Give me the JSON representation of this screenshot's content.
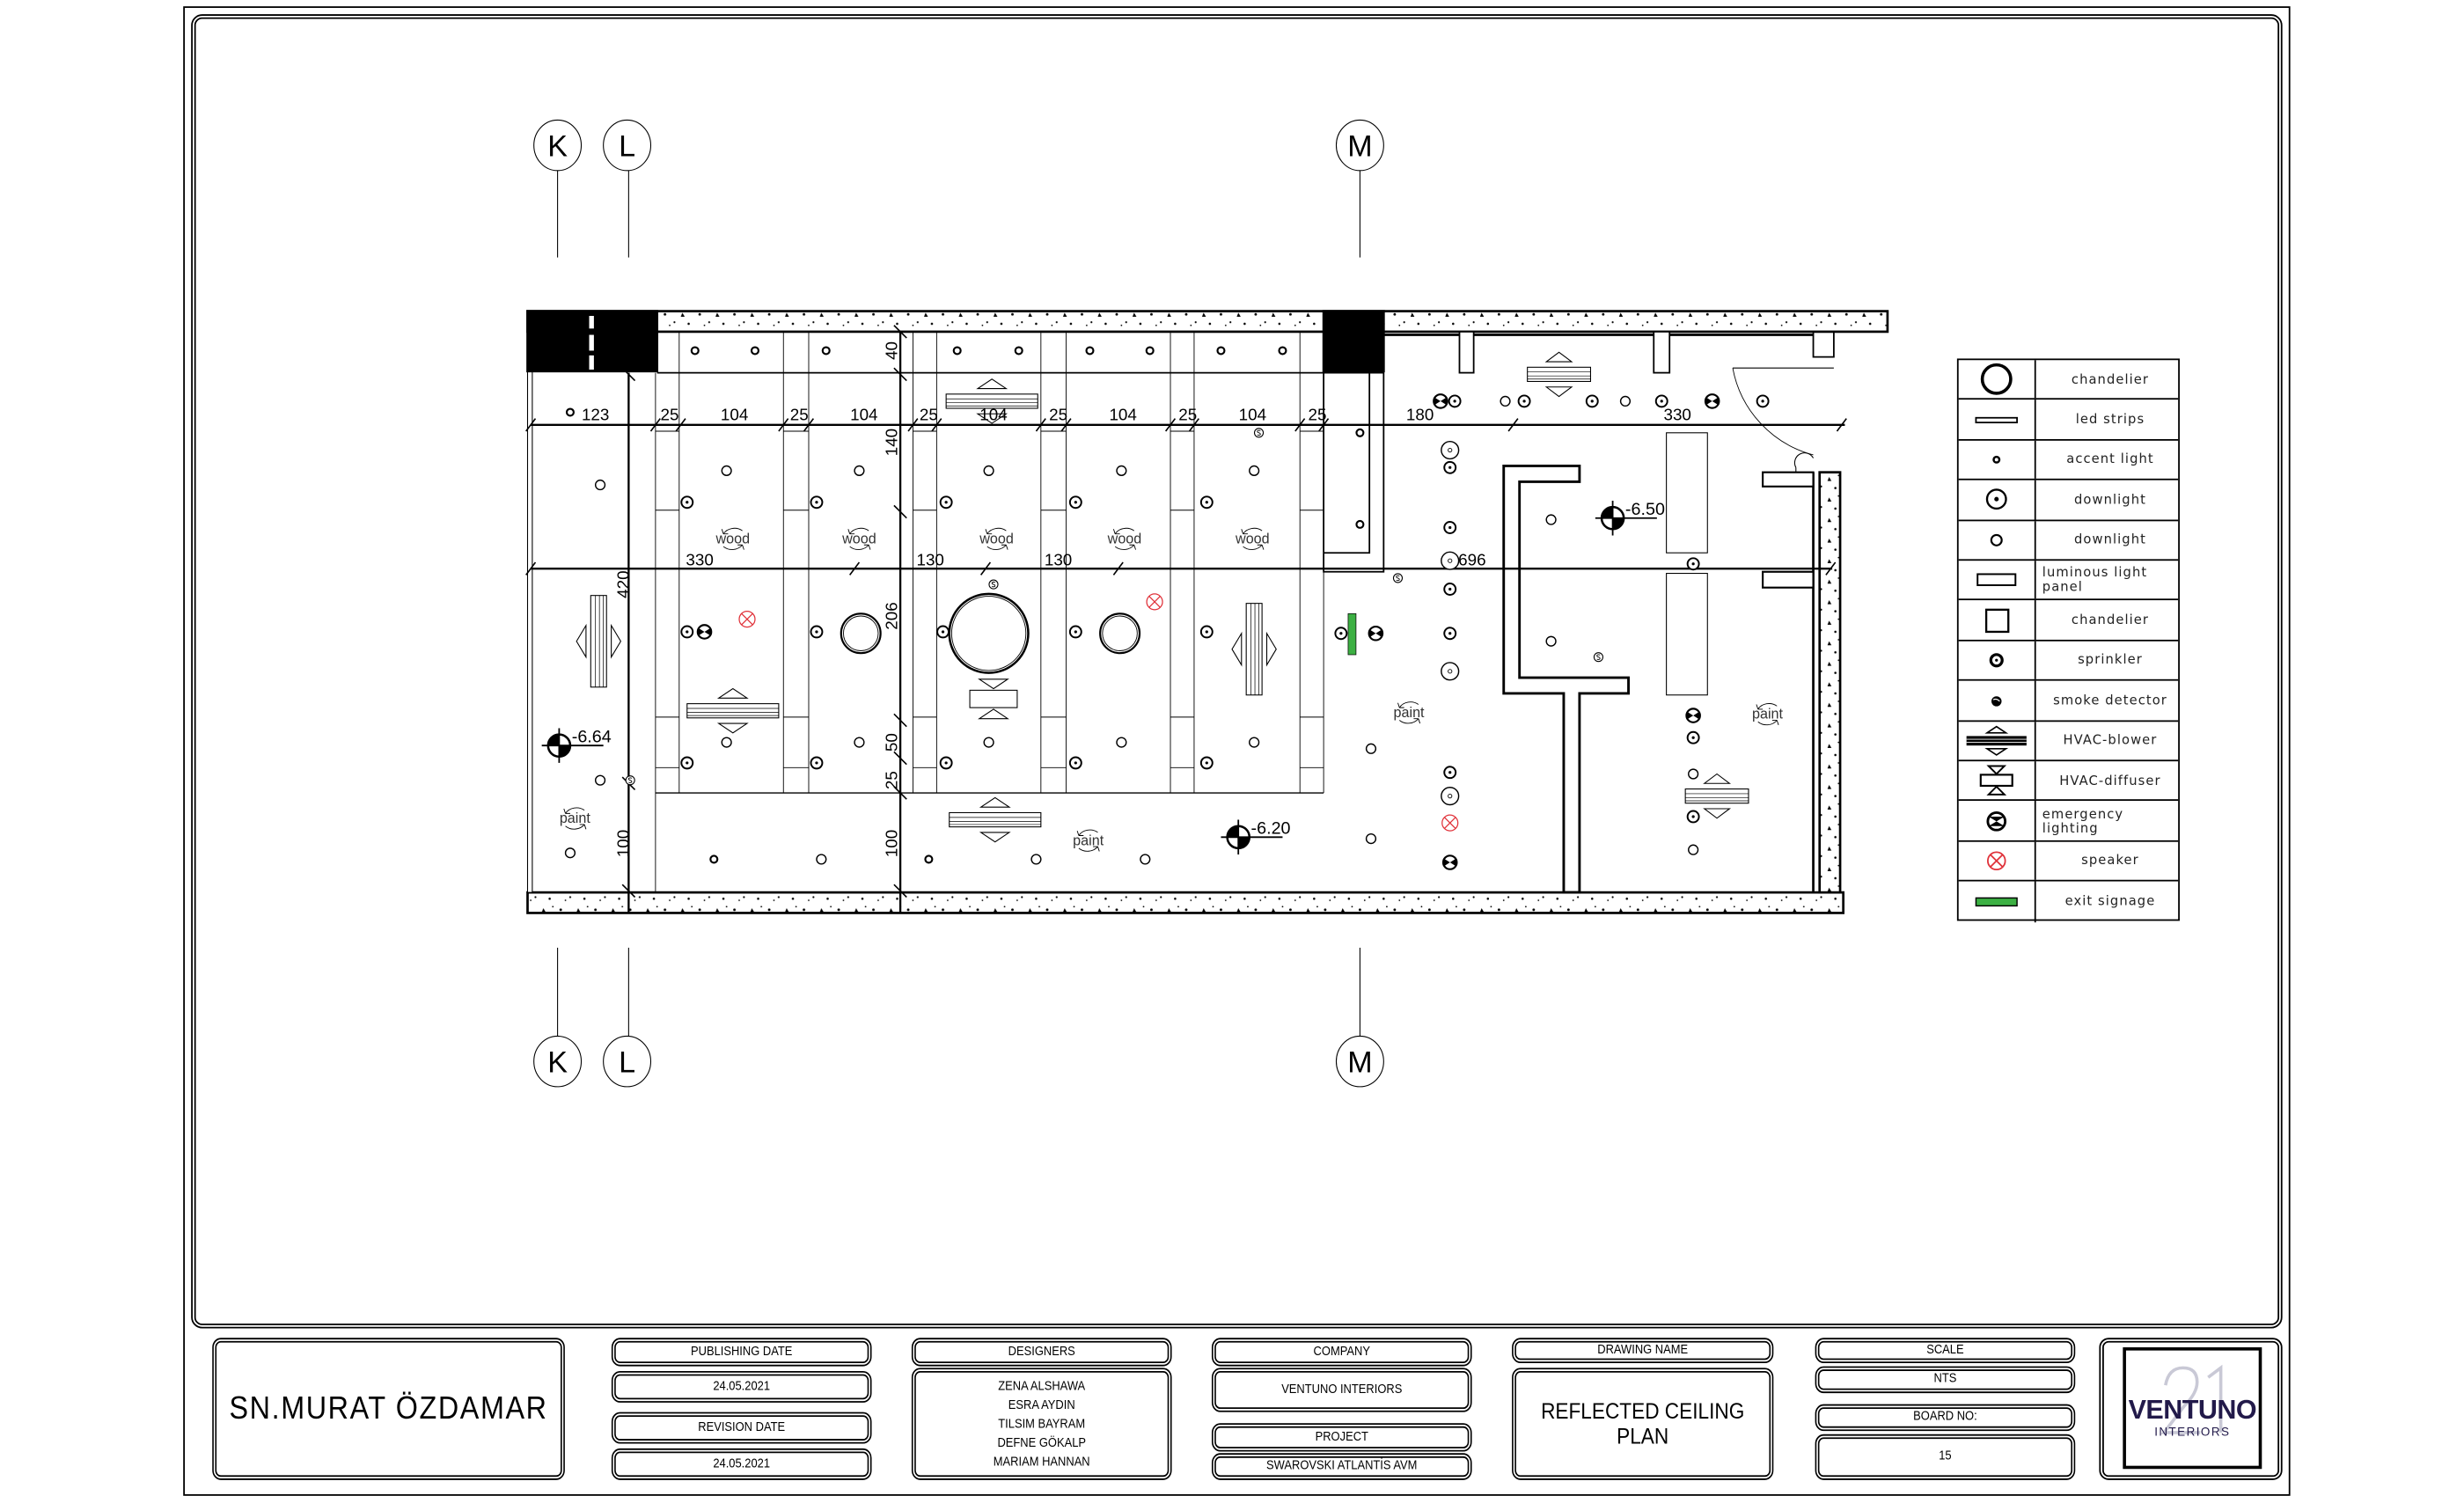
{
  "grid_bubbles": {
    "top": [
      "K",
      "L",
      "M"
    ],
    "bottom": [
      "K",
      "L",
      "M"
    ]
  },
  "dimensions": {
    "top_row": [
      "123",
      "25",
      "104",
      "25",
      "104",
      "25",
      "104",
      "25",
      "104",
      "25",
      "104",
      "25",
      "180",
      "330"
    ],
    "mid_row": [
      "330",
      "130",
      "130",
      "696"
    ],
    "vertical": [
      "40",
      "140",
      "420",
      "206",
      "50",
      "25",
      "100",
      "100"
    ]
  },
  "levels": [
    "-6.64",
    "-6.50",
    "-6.20"
  ],
  "finishes": {
    "wood": "wood",
    "paint": "paint"
  },
  "legend": [
    {
      "icon": "chandelier-circle-icon",
      "label": "chandelier"
    },
    {
      "icon": "led-strip-icon",
      "label": "led  strips"
    },
    {
      "icon": "accent-light-icon",
      "label": "accent  light"
    },
    {
      "icon": "downlight-target-icon",
      "label": "downlight"
    },
    {
      "icon": "downlight-icon",
      "label": "downlight"
    },
    {
      "icon": "luminous-panel-icon",
      "label": "luminous  light panel"
    },
    {
      "icon": "chandelier-square-icon",
      "label": "chandelier"
    },
    {
      "icon": "sprinkler-icon",
      "label": "sprinkler"
    },
    {
      "icon": "smoke-detector-icon",
      "label": "smoke  detector"
    },
    {
      "icon": "hvac-blower-icon",
      "label": "HVAC-blower"
    },
    {
      "icon": "hvac-diffuser-icon",
      "label": "HVAC-diffuser"
    },
    {
      "icon": "emergency-lighting-icon",
      "label": "emergency lighting"
    },
    {
      "icon": "speaker-icon",
      "label": "speaker"
    },
    {
      "icon": "exit-signage-icon",
      "label": "exit  signage"
    }
  ],
  "title_block": {
    "client": "SN.MURAT  ÖZDAMAR",
    "publishing_date_label": "PUBLISHING DATE",
    "publishing_date": "24.05.2021",
    "revision_date_label": "REVISION DATE",
    "revision_date": "24.05.2021",
    "designers_label": "DESIGNERS",
    "designers": [
      "ZENA ALSHAWA",
      "ESRA AYDIN",
      "TILSIM BAYRAM",
      "DEFNE GÖKALP",
      "MARIAM HANNAN"
    ],
    "company_label": "COMPANY",
    "company": "VENTUNO INTERIORS",
    "project_label": "PROJECT",
    "project": "SWAROVSKI ATLANTİS AVM",
    "drawing_name_label": "DRAWING NAME",
    "drawing_name": "REFLECTED  CEILING  PLAN",
    "scale_label": "SCALE",
    "scale": "NTS",
    "board_no_label": "BOARD NO:",
    "board_no": "15",
    "logo": {
      "number": "21",
      "name": "VENTUNO",
      "sub": "INTERIORS"
    }
  },
  "colors": {
    "speaker": "#e0323a",
    "exit": "#3cb043",
    "logo": "#221a4a",
    "logo_number": "#c9c9d6"
  }
}
